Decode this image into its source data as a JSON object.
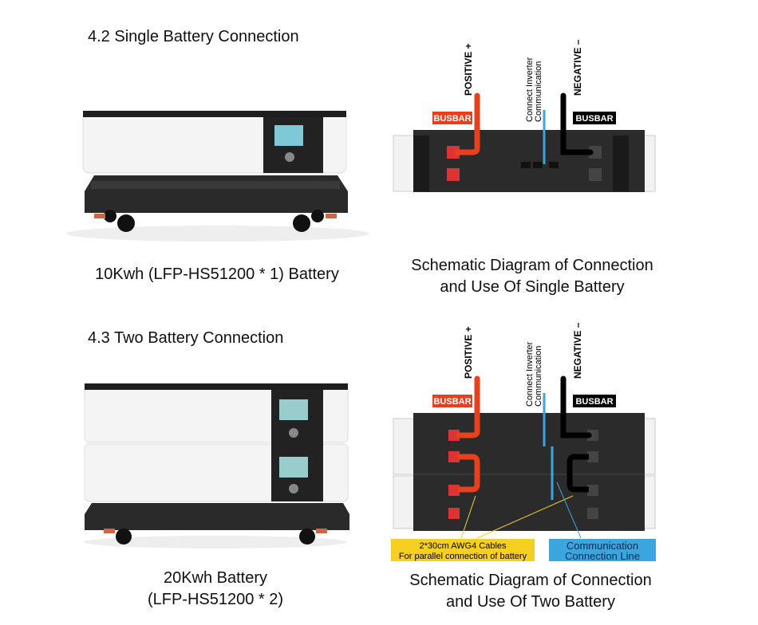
{
  "section1": {
    "heading": "4.2 Single Battery Connection",
    "product_caption": "10Kwh (LFP-HS51200 * 1) Battery",
    "diagram_caption_line1": "Schematic Diagram of Connection",
    "diagram_caption_line2": "and Use Of Single Battery",
    "labels": {
      "positive": "POSITIVE +",
      "negative": "NEGATIVE –",
      "busbar_positive": "BUSBAR",
      "busbar_negative": "BUSBAR",
      "comm_line1": "Connect Inverter",
      "comm_line2": "Communication"
    }
  },
  "section2": {
    "heading": "4.3 Two Battery Connection",
    "product_caption_line1": "20Kwh Battery",
    "product_caption_line2": "(LFP-HS51200 * 2)",
    "diagram_caption_line1": "Schematic Diagram of Connection",
    "diagram_caption_line2": "and Use Of Two Battery",
    "labels": {
      "positive": "POSITIVE +",
      "negative": "NEGATIVE –",
      "busbar_positive": "BUSBAR",
      "busbar_negative": "BUSBAR",
      "comm_line1": "Connect Inverter",
      "comm_line2": "Communication",
      "cables_line1": "2*30cm AWG4 Cables",
      "cables_line2": "For parallel connection of battery",
      "comm_conn_line1": "Communication",
      "comm_conn_line2": "Connection Line"
    }
  },
  "colors": {
    "positive_cable": "#e8401c",
    "negative_cable": "#000000",
    "comm_cable": "#3aa6dd",
    "cables_label_bg": "#f5d020",
    "comm_label_bg": "#3aa6dd",
    "battery_body": "#2b2b2b"
  }
}
